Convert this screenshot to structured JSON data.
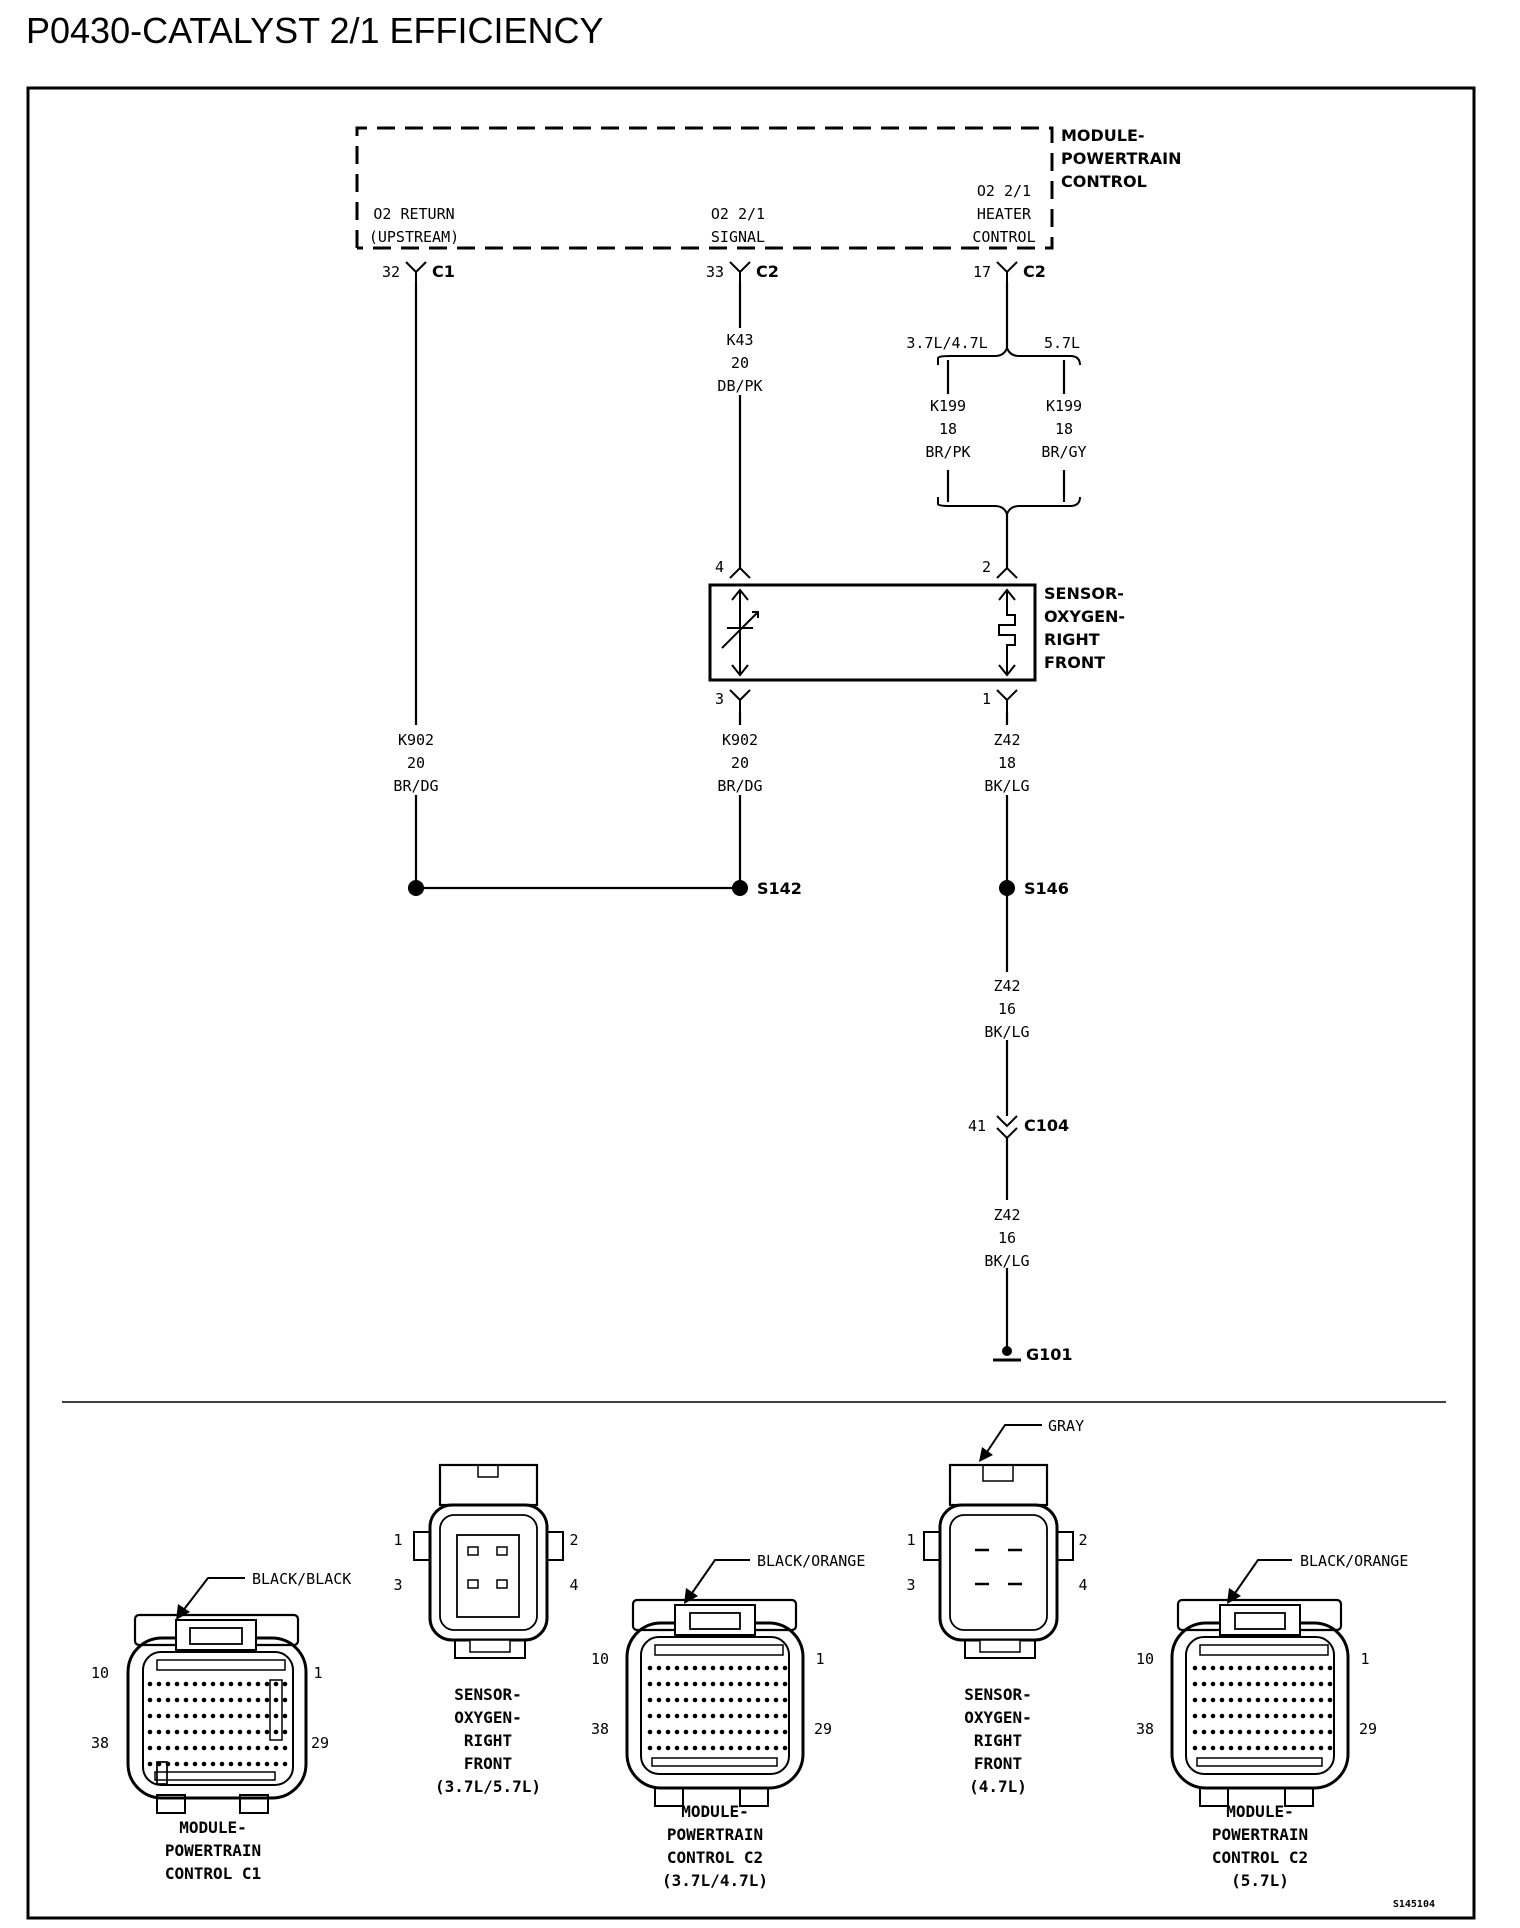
{
  "title": "P0430-CATALYST 2/1 EFFICIENCY",
  "pcm": {
    "name": [
      "MODULE-",
      "POWERTRAIN",
      "CONTROL"
    ],
    "pins": [
      {
        "label": [
          "O2 RETURN",
          "(UPSTREAM)"
        ],
        "pin": "32",
        "connector": "C1"
      },
      {
        "label": [
          "O2 2/1",
          "SIGNAL"
        ],
        "pin": "33",
        "connector": "C2"
      },
      {
        "label": [
          "O2 2/1",
          "HEATER",
          "CONTROL"
        ],
        "pin": "17",
        "connector": "C2"
      }
    ]
  },
  "wires": {
    "signal_top": [
      "K43",
      "20",
      "DB/PK"
    ],
    "heater_left": [
      "K199",
      "18",
      "BR/PK"
    ],
    "heater_right": [
      "K199",
      "18",
      "BR/GY"
    ],
    "return_left": [
      "K902",
      "20",
      "BR/DG"
    ],
    "return_mid": [
      "K902",
      "20",
      "BR/DG"
    ],
    "ground_1": [
      "Z42",
      "18",
      "BK/LG"
    ],
    "ground_2": [
      "Z42",
      "16",
      "BK/LG"
    ],
    "ground_3": [
      "Z42",
      "16",
      "BK/LG"
    ]
  },
  "engine_options": {
    "left": "3.7L/4.7L",
    "right": "5.7L"
  },
  "sensor": {
    "name": [
      "SENSOR-",
      "OXYGEN-",
      "RIGHT",
      "FRONT"
    ],
    "pin_signal": "4",
    "pin_heater": "2",
    "pin_return": "3",
    "pin_ground": "1"
  },
  "splices": {
    "s142": "S142",
    "s146": "S146"
  },
  "connector_c104": {
    "pin": "41",
    "name": "C104"
  },
  "ground": "G101",
  "connector_views": [
    {
      "name": [
        "MODULE-",
        "POWERTRAIN",
        "CONTROL C1"
      ],
      "color": "BLACK/BLACK",
      "pins": [
        "10",
        "1",
        "38",
        "29"
      ]
    },
    {
      "name": [
        "SENSOR-",
        "OXYGEN-",
        "RIGHT",
        "FRONT",
        "(3.7L/5.7L)"
      ],
      "pins": [
        "1",
        "2",
        "3",
        "4"
      ]
    },
    {
      "name": [
        "MODULE-",
        "POWERTRAIN",
        "CONTROL C2",
        "(3.7L/4.7L)"
      ],
      "color": "BLACK/ORANGE",
      "pins": [
        "10",
        "1",
        "38",
        "29"
      ]
    },
    {
      "name": [
        "SENSOR-",
        "OXYGEN-",
        "RIGHT",
        "FRONT",
        "(4.7L)"
      ],
      "color": "GRAY",
      "pins": [
        "1",
        "2",
        "3",
        "4"
      ]
    },
    {
      "name": [
        "MODULE-",
        "POWERTRAIN",
        "CONTROL C2",
        "(5.7L)"
      ],
      "color": "BLACK/ORANGE",
      "pins": [
        "10",
        "1",
        "38",
        "29"
      ]
    }
  ],
  "figure_id": "S145104"
}
